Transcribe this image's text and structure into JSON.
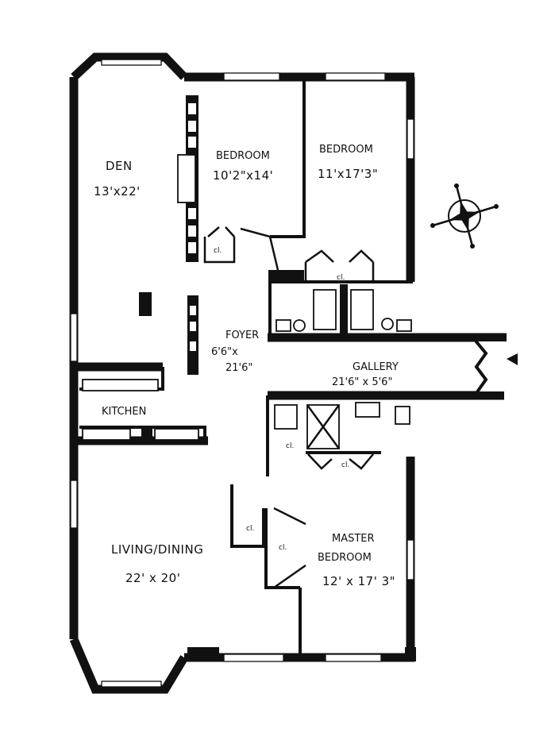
{
  "rooms": {
    "den": {
      "name": "DEN",
      "size": "13'x22'"
    },
    "bedroom1": {
      "name": "BEDROOM",
      "size": "10'2\"x14'"
    },
    "bedroom2": {
      "name": "BEDROOM",
      "size": "11'x17'3\""
    },
    "foyer": {
      "name": "FOYER",
      "size_a": "6'6\"x",
      "size_b": "21'6\""
    },
    "gallery": {
      "name": "GALLERY",
      "size": "21'6\" x 5'6\""
    },
    "kitchen": {
      "name": "KITCHEN"
    },
    "living": {
      "name": "LIVING/DINING",
      "size": "22' x 20'"
    },
    "master": {
      "name_a": "MASTER",
      "name_b": "BEDROOM",
      "size": "12' x 17' 3\""
    }
  },
  "closet_label": "cl.",
  "icons": [
    "compass-rose-icon",
    "entrance-arrow-icon"
  ],
  "colors": {
    "ink": "#111111",
    "paper": "#ffffff"
  }
}
